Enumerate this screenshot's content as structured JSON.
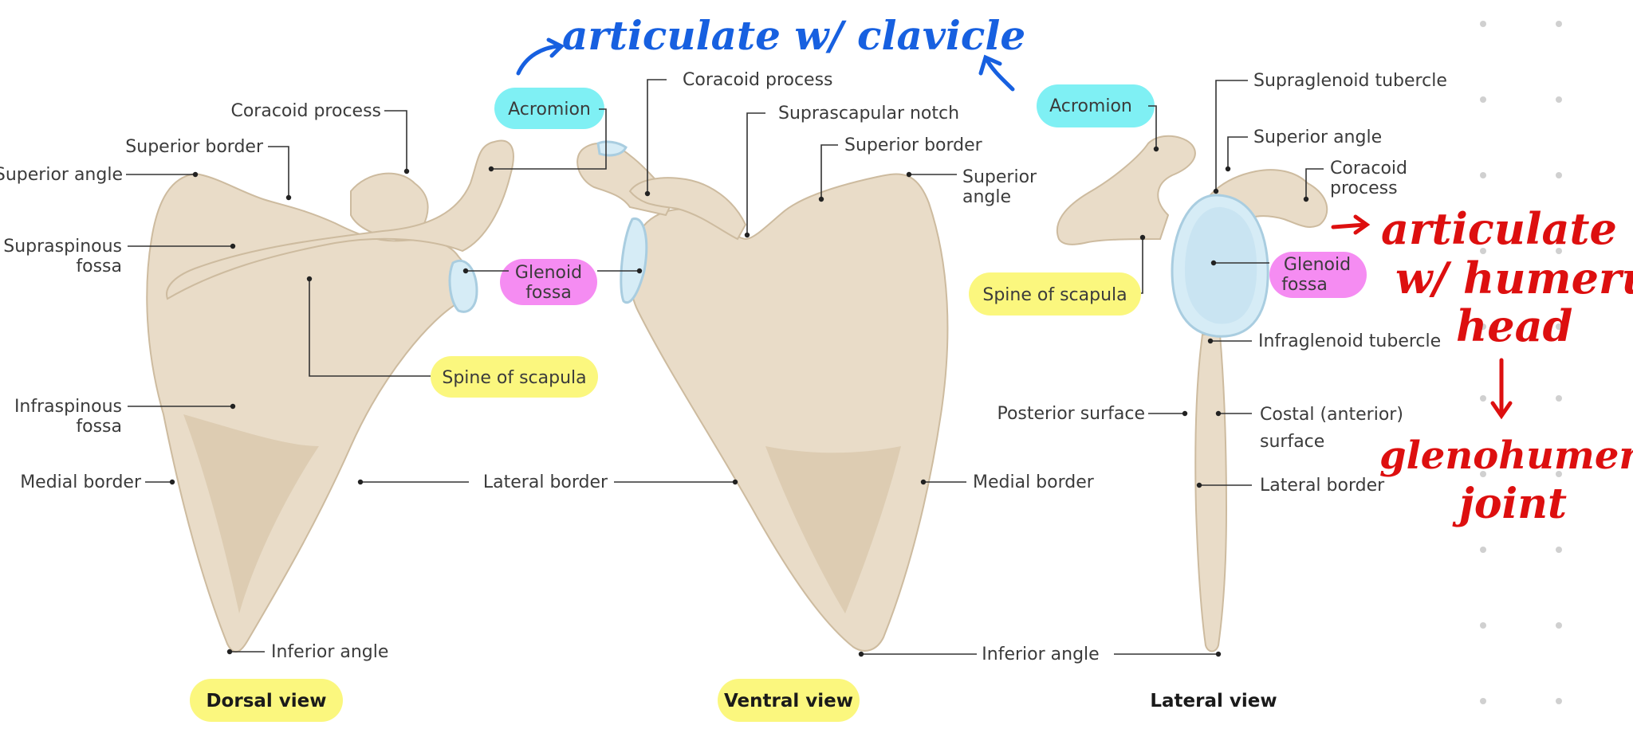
{
  "handwritten": {
    "clavicle_note": "articulate w/ clavicle",
    "humerus_line1": "articulate",
    "humerus_line2": "w/ humerus",
    "humerus_line3": "head",
    "joint_line1": "glenohumeral",
    "joint_line2": "joint"
  },
  "dorsal": {
    "view_label": "Dorsal view",
    "coracoid_process": "Coracoid process",
    "superior_border": "Superior border",
    "superior_angle": "Superior angle",
    "supraspinous_l1": "Supraspinous",
    "supraspinous_l2": "fossa",
    "infraspinous_l1": "Infraspinous",
    "infraspinous_l2": "fossa",
    "medial_border": "Medial border",
    "inferior_angle": "Inferior angle",
    "acromion": "Acromion",
    "glenoid_l1": "Glenoid",
    "glenoid_l2": "fossa",
    "spine": "Spine of scapula"
  },
  "ventral": {
    "view_label": "Ventral view",
    "coracoid_process": "Coracoid process",
    "suprascapular_notch": "Suprascapular notch",
    "superior_border": "Superior border",
    "superior_angle_l1": "Superior",
    "superior_angle_l2": "angle",
    "lateral_border": "Lateral border",
    "medial_border": "Medial border",
    "inferior_angle": "Inferior angle"
  },
  "lateral": {
    "view_label": "Lateral view",
    "acromion": "Acromion",
    "supraglenoid_tubercle": "Supraglenoid tubercle",
    "superior_angle": "Superior angle",
    "coracoid_l1": "Coracoid",
    "coracoid_l2": "process",
    "glenoid_l1": "Glenoid",
    "glenoid_l2": "fossa",
    "spine": "Spine of scapula",
    "infraglenoid_tubercle": "Infraglenoid tubercle",
    "posterior_surface": "Posterior surface",
    "costal_l1": "Costal (anterior)",
    "costal_l2": "surface",
    "lateral_border": "Lateral border"
  },
  "colors": {
    "cyan_highlight": "#7ff0f4",
    "pink_highlight": "#f58cf2",
    "yellow_highlight": "#fbf77e",
    "bone": "#e9dcc8",
    "ink_blue": "#1760e0",
    "ink_red": "#dd0f0f"
  }
}
